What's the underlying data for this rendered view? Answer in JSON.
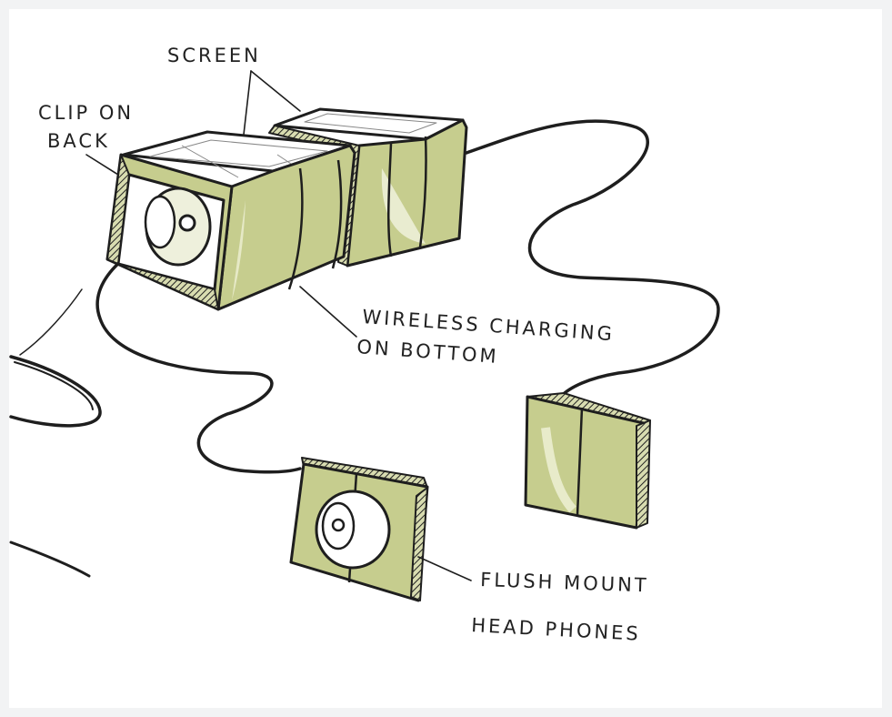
{
  "labels": {
    "screen": "SCREEN",
    "clip_line1": "CLIP ON",
    "clip_line2": "BACK",
    "wireless_line1": "WIRELESS CHARGING",
    "wireless_line2": "ON BOTTOM",
    "flush_line1": "FLUSH MOUNT",
    "flush_line2": "HEAD PHONES"
  },
  "colors": {
    "paper": "#ffffff",
    "marker_green": "#c2c98a",
    "marker_green_dark": "#a9b46a",
    "ink": "#1e1e1e"
  }
}
